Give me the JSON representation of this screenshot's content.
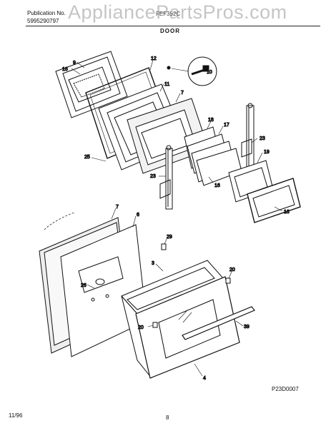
{
  "header": {
    "publication_label": "Publication No.",
    "publication_number": "5995290797",
    "model": "FEF352C",
    "section_title": "DOOR"
  },
  "watermark": "AppliancePartsPros.com",
  "diagram_code": "P23D0007",
  "footer": {
    "date": "11/96",
    "page": "8"
  },
  "callouts": {
    "c9": "9",
    "c16a": "16",
    "c12": "12",
    "c10": "10",
    "c11": "11",
    "c7a": "7",
    "c18": "18",
    "c17": "17",
    "c23a": "23",
    "c25": "25",
    "c19": "19",
    "c23b": "23",
    "c16b": "16",
    "c16c": "16",
    "c7b": "7",
    "c6": "6",
    "c29": "29",
    "c3": "3",
    "c26": "26",
    "c20a": "20",
    "c20b": "20",
    "c39": "39",
    "c4": "4"
  }
}
